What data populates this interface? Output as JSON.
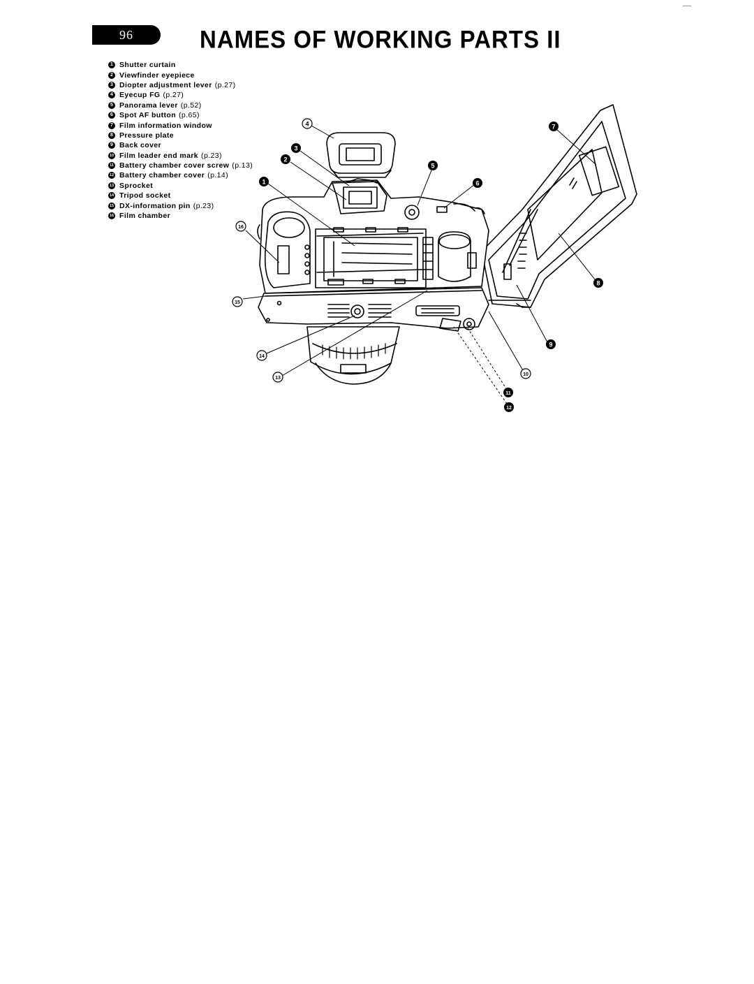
{
  "header": {
    "page_number": "96",
    "title": "NAMES OF WORKING PARTS II"
  },
  "parts": [
    {
      "num": "1",
      "name": "Shutter curtain",
      "ref": ""
    },
    {
      "num": "2",
      "name": "Viewfinder eyepiece",
      "ref": ""
    },
    {
      "num": "3",
      "name": "Diopter adjustment lever",
      "ref": "(p.27)"
    },
    {
      "num": "4",
      "name": "Eyecup FG",
      "ref": "(p.27)"
    },
    {
      "num": "5",
      "name": "Panorama lever",
      "ref": "(p.52)"
    },
    {
      "num": "6",
      "name": "Spot AF button",
      "ref": "(p.65)"
    },
    {
      "num": "7",
      "name": "Film information window",
      "ref": ""
    },
    {
      "num": "8",
      "name": "Pressure plate",
      "ref": ""
    },
    {
      "num": "9",
      "name": "Back cover",
      "ref": ""
    },
    {
      "num": "10",
      "name": "Film leader end mark",
      "ref": "(p.23)"
    },
    {
      "num": "11",
      "name": "Battery chamber cover screw",
      "ref": "(p.13)"
    },
    {
      "num": "12",
      "name": "Battery chamber cover",
      "ref": "(p.14)"
    },
    {
      "num": "13",
      "name": "Sprocket",
      "ref": ""
    },
    {
      "num": "14",
      "name": "Tripod socket",
      "ref": ""
    },
    {
      "num": "15",
      "name": "DX-information pin",
      "ref": "(p.23)"
    },
    {
      "num": "16",
      "name": "Film chamber",
      "ref": ""
    }
  ],
  "callouts": [
    "4",
    "3",
    "2",
    "1",
    "5",
    "6",
    "7",
    "8",
    "9",
    "10",
    "11",
    "12",
    "13",
    "14",
    "15",
    "16"
  ]
}
